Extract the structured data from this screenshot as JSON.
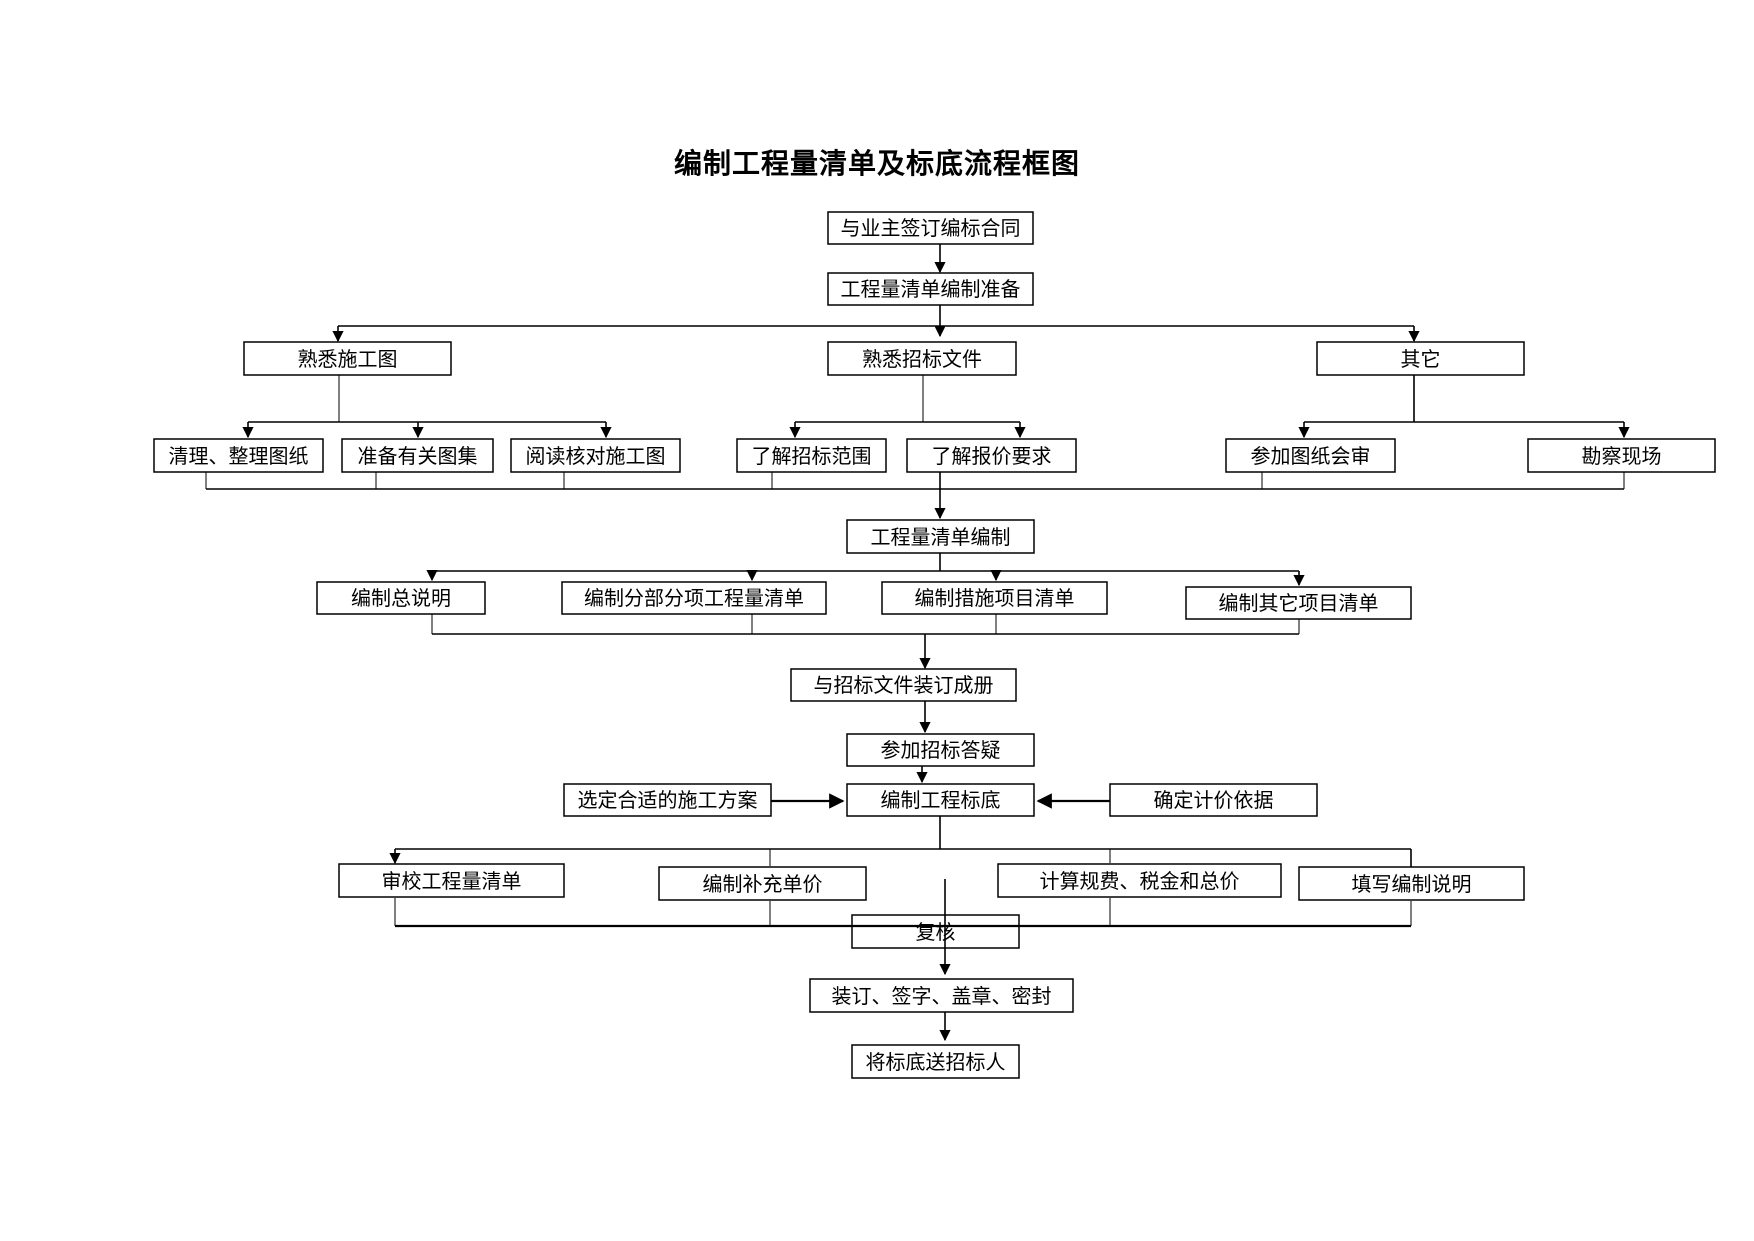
{
  "title": "编制工程量清单及标底流程框图",
  "nodes": {
    "sign_contract": "与业主签订编标合同",
    "prepare": "工程量清单编制准备",
    "drawings": "熟悉施工图",
    "bid_docs": "熟悉招标文件",
    "other": "其它",
    "sort_drawings": "清理、整理图纸",
    "atlas": "准备有关图集",
    "check_drawings": "阅读核对施工图",
    "bid_scope": "了解招标范围",
    "quote_req": "了解报价要求",
    "joint_review": "参加图纸会审",
    "site_survey": "勘察现场",
    "bq_compile": "工程量清单编制",
    "general_notes": "编制总说明",
    "sub_items": "编制分部分项工程量清单",
    "measures": "编制措施项目清单",
    "other_items": "编制其它项目清单",
    "bind": "与招标文件装订成册",
    "qa": "参加招标答疑",
    "select_scheme": "选定合适的施工方案",
    "base_price": "编制工程标底",
    "pricing_basis": "确定计价依据",
    "review_bq": "审校工程量清单",
    "supp_price": "编制补充单价",
    "fees": "计算规费、税金和总价",
    "fill_notes": "填写编制说明",
    "recheck": "复核",
    "seal": "装订、签字、盖章、密封",
    "deliver": "将标底送招标人"
  }
}
